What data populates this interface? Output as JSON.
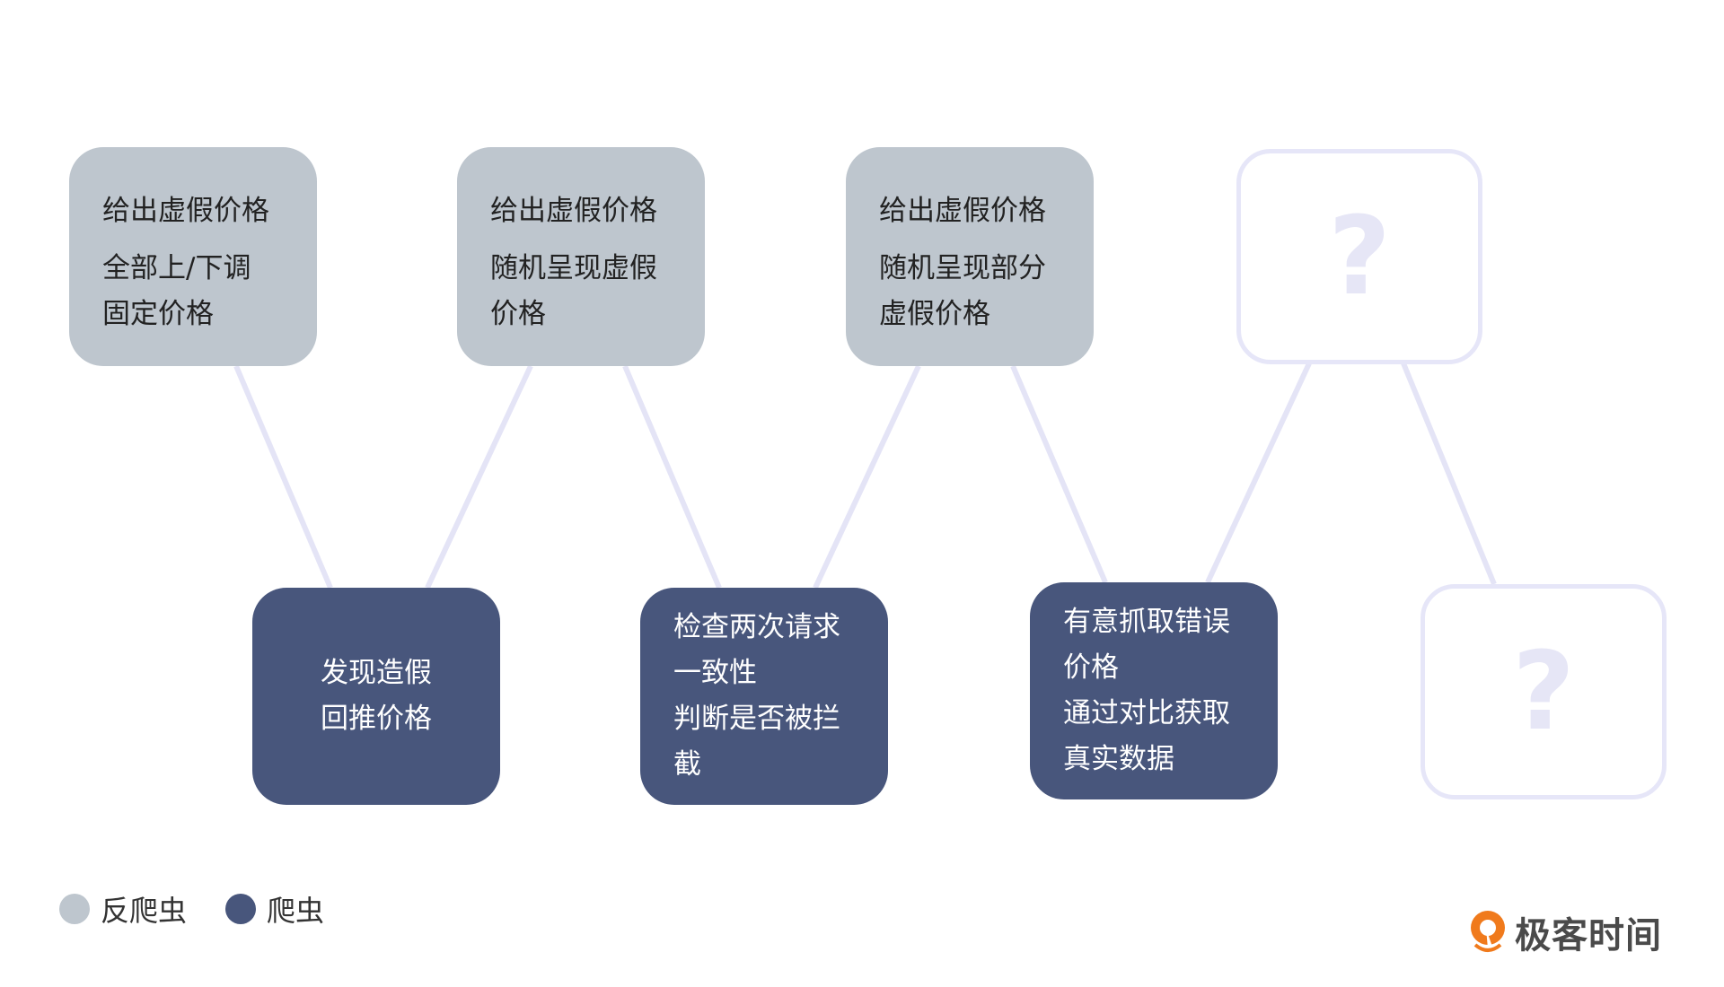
{
  "anti_crawler_steps": [
    {
      "title": "给出虚假价格",
      "lines": [
        "全部上/下调",
        "固定价格"
      ]
    },
    {
      "title": "给出虚假价格",
      "lines": [
        "随机呈现虚假",
        "价格"
      ]
    },
    {
      "title": "给出虚假价格",
      "lines": [
        "随机呈现部分",
        "虚假价格"
      ]
    },
    {
      "unknown": "?"
    }
  ],
  "crawler_steps": [
    {
      "lines": [
        "发现造假",
        "回推价格"
      ]
    },
    {
      "lines": [
        "检查两次请求",
        "一致性",
        "判断是否被拦",
        "截"
      ]
    },
    {
      "lines": [
        "有意抓取错误",
        "价格",
        "通过对比获取",
        "真实数据"
      ]
    },
    {
      "unknown": "?"
    }
  ],
  "legend": [
    {
      "label": "反爬虫",
      "color": "#bec6ce"
    },
    {
      "label": "爬虫",
      "color": "#48567c"
    }
  ],
  "logo": {
    "text": "极客时间"
  },
  "colors": {
    "link": "#e4e4f6",
    "anti": "#bec6ce",
    "crawler": "#48567c",
    "unknown_border": "#e6e6f8"
  }
}
